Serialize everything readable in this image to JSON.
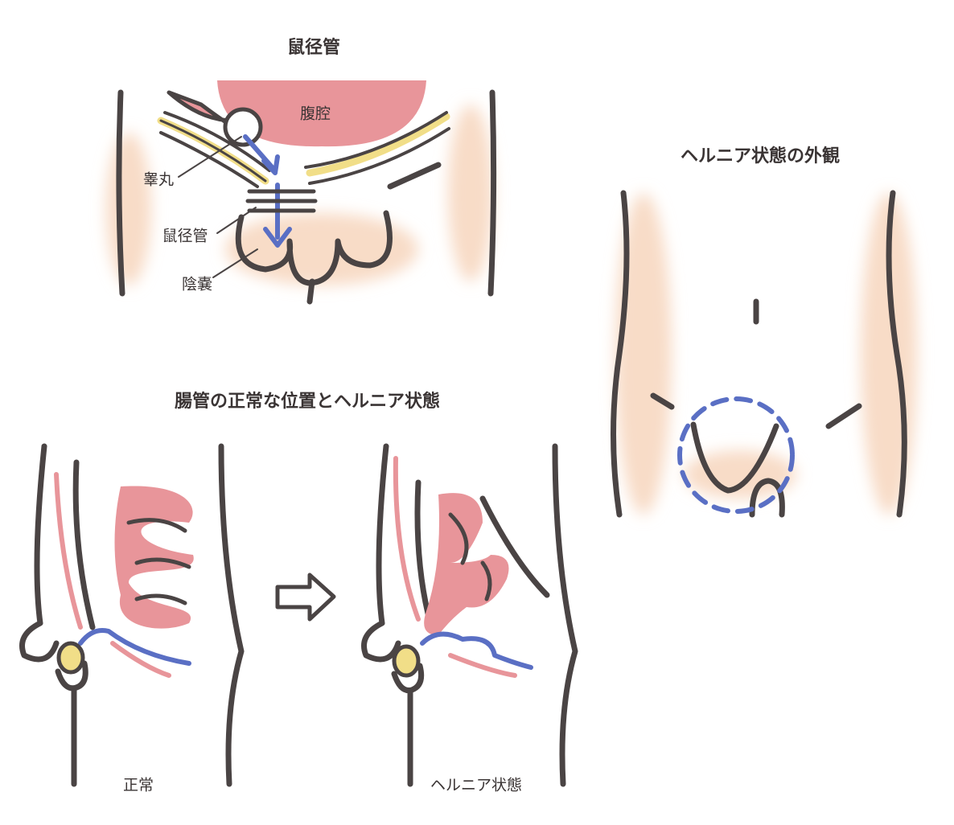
{
  "colors": {
    "line": "#4a4444",
    "pink": "#e8959a",
    "skin": "#f8dcc7",
    "blue": "#5a6fc4",
    "yellow": "#f1de88"
  },
  "inguinal": {
    "title": "鼠径管",
    "abdominal_cavity": "腹腔",
    "testis": "睾丸",
    "inguinal_canal": "鼠径管",
    "scrotum": "陰嚢"
  },
  "appearance": {
    "title": "ヘルニア状態の外観"
  },
  "comparison": {
    "title": "腸管の正常な位置とヘルニア状態",
    "normal": "正常",
    "hernia": "ヘルニア状態"
  }
}
